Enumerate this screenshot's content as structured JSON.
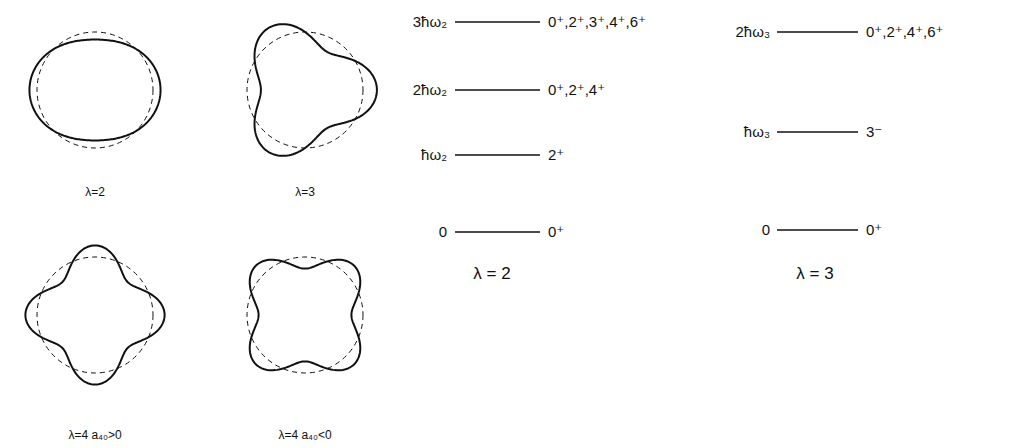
{
  "diagram": {
    "labels": [
      "λ=2",
      "λ=3",
      "λ=4 a₄₀>0",
      "λ=4 a₄₀<0",
      "3ħω₂",
      "0⁺,2⁺,3⁺,4⁺,6⁺",
      "2ħω₂",
      "0⁺,2⁺,4⁺",
      "ħω₂",
      "2⁺",
      "0",
      "0⁺",
      "λ = 2",
      "2ħω₃",
      "0⁺,2⁺,4⁺,6⁺",
      "ħω₃",
      "3⁻",
      "0",
      "0⁺",
      "λ = 3"
    ]
  }
}
